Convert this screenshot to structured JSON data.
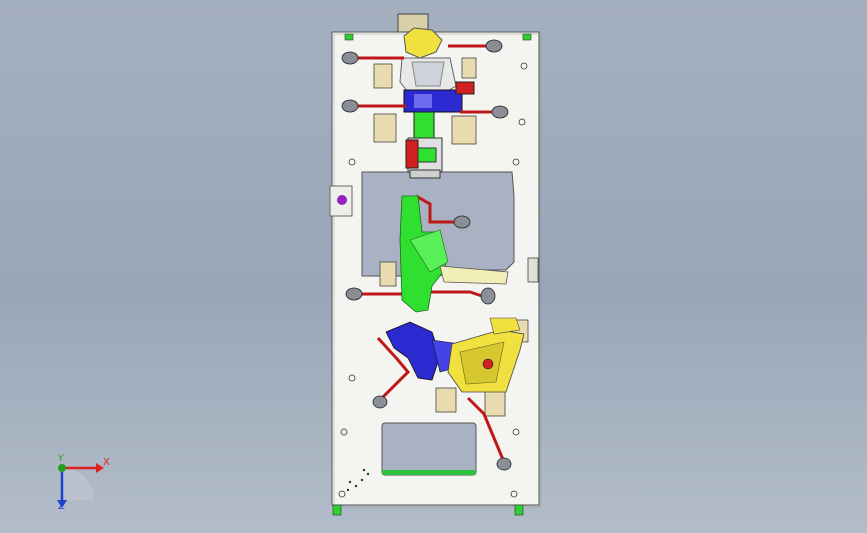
{
  "viewport": {
    "background_top": "#a4afbf",
    "background_bottom": "#b3bdca"
  },
  "triad": {
    "x_label": "X",
    "y_label": "Y",
    "z_label": "Z",
    "x_color": "#e02020",
    "y_color": "#20a020",
    "z_color": "#2040d0"
  },
  "colors": {
    "plate": "#f4f4f0",
    "green_part": "#2fe030",
    "blue_part": "#2a2ad0",
    "yellow_part": "#f0e040",
    "red_clamp": "#d02020",
    "tan_block": "#e8dcb0",
    "purple_marker": "#9a20c0"
  }
}
